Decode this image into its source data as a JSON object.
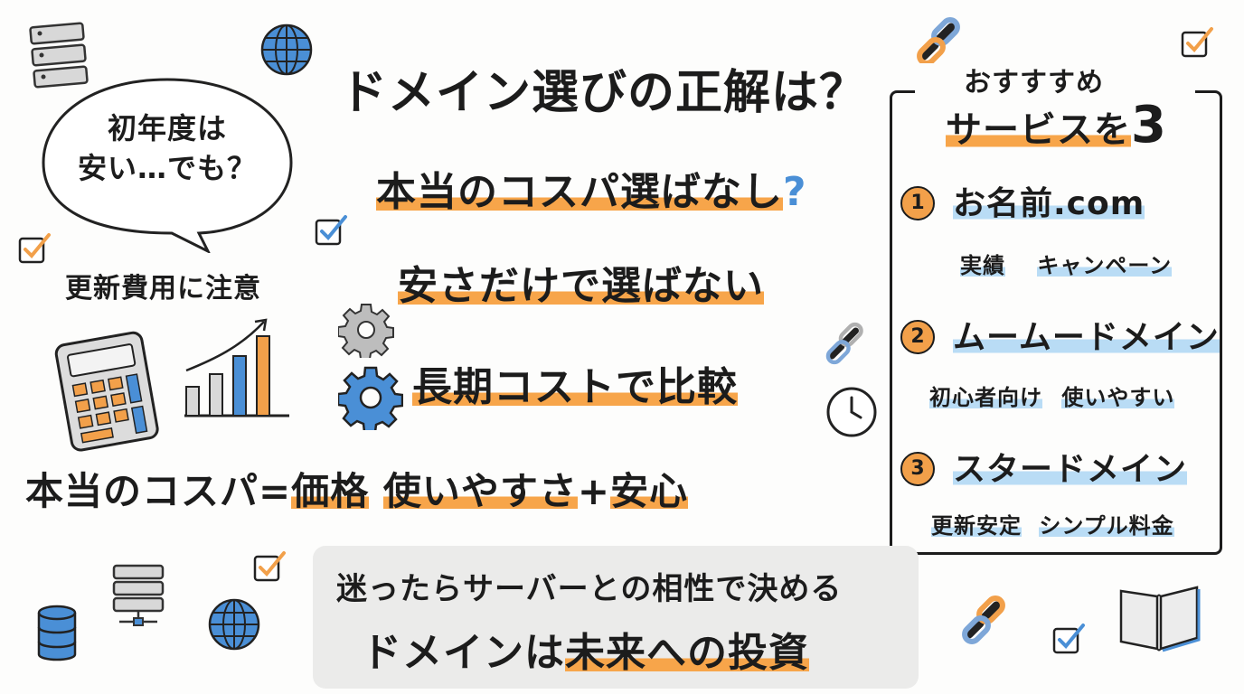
{
  "title": "ドメイン選びの正解は？",
  "bubble": {
    "line1": "初年度は",
    "line2": "安い…でも？"
  },
  "renewal_note": "更新費用に注意",
  "points": [
    {
      "text": "本当のコスパ選ばなし"
    },
    {
      "text": "安さだけで選ばない"
    },
    {
      "text": "長期コストで比較"
    }
  ],
  "formula": {
    "lhs": "本当のコスパ",
    "eq": "=",
    "p1": "価格",
    "p2": "使いやすさ",
    "plus": "+",
    "p3": "安心"
  },
  "recommend": {
    "heading1": "おすすすめ",
    "heading2": "サービスを",
    "heading_num": "3",
    "items": [
      {
        "num": "1",
        "name": "お名前.com",
        "tags": [
          "実績",
          "キャンペーン"
        ]
      },
      {
        "num": "2",
        "name": "ムームードメイン",
        "tags": [
          "初心者向け",
          "使いやすい"
        ]
      },
      {
        "num": "3",
        "name": "スタードメイン",
        "tags": [
          "更新安定",
          "シンプル料金"
        ]
      }
    ]
  },
  "bottom": {
    "line1": "迷ったらサーバーとの相性で決める",
    "line2_a": "ドメインは",
    "line2_b": "未来への投資"
  },
  "icons": [
    "server-icon",
    "globe-icon",
    "chain-link-icon",
    "checkbox-icon",
    "calculator-icon",
    "bar-chart-icon",
    "gear-icon",
    "clock-icon",
    "database-icon",
    "book-icon"
  ],
  "colors": {
    "accent_orange": "#f2a04a",
    "accent_blue": "#4a8fd6",
    "highlight_blue": "#b9dcf5"
  }
}
